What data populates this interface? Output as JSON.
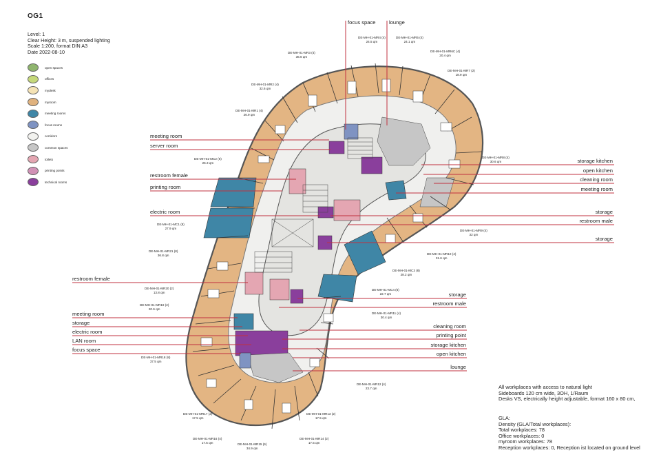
{
  "title": "OG1",
  "header": {
    "level": "Level: 1",
    "height": "Clear Height: 3 m, suspended lighting",
    "scale": "Scale 1:200, format DIN A3",
    "date": "Date 2022-08-10"
  },
  "legend": [
    {
      "label": "open spaces",
      "color": "#8fb56e"
    },
    {
      "label": "offices",
      "color": "#c5d87a"
    },
    {
      "label": "mydesk",
      "color": "#f5e3b5"
    },
    {
      "label": "myroom",
      "color": "#e0b27e"
    },
    {
      "label": "meeting rooms",
      "color": "#3f86a6"
    },
    {
      "label": "focus rooms",
      "color": "#7f93c2"
    },
    {
      "label": "corridors",
      "color": "#f2f2ef"
    },
    {
      "label": "common spaces",
      "color": "#c6c6c6"
    },
    {
      "label": "toilets",
      "color": "#e4a6b2"
    },
    {
      "label": "printing points",
      "color": "#d191b6"
    },
    {
      "label": "technical rooms",
      "color": "#8a3f9c"
    }
  ],
  "top_labels": {
    "focus": "focus space",
    "lounge": "lounge"
  },
  "right_labels": [
    "storage kitchen",
    "open kitchen",
    "cleaning room",
    "meeting room",
    "storage",
    "restroom male",
    "storage",
    "storage",
    "restroom male",
    "cleaning room",
    "printing point",
    "storage kitchen",
    "open kitchen",
    "lounge"
  ],
  "left_labels": [
    "meeting room",
    "server room",
    "restroom female",
    "printing room",
    "electric room",
    "restroom female",
    "meeting room",
    "storage",
    "electric room",
    "LAN room",
    "focus space"
  ],
  "room_tags": [
    {
      "id": "DE-MH-01-MR4 (4)",
      "area": "24.5 qm"
    },
    {
      "id": "DE-MH-01-MR5 (4)",
      "area": "24.1 qm"
    },
    {
      "id": "DE-MH-01-MR3 (4)",
      "area": "36.6 qm"
    },
    {
      "id": "DE-MH-01-MR6C (4)",
      "area": "20.4 qm"
    },
    {
      "id": "DE-MH-01-MR7 (2)",
      "area": "18.9 qm"
    },
    {
      "id": "DE-MH-01-MR2 (4)",
      "area": "32.6 qm"
    },
    {
      "id": "DE-MH-01-MR1 (4)",
      "area": "26.9 qm"
    },
    {
      "id": "DE-MH-01-MC2 (6)",
      "area": "26.3 qm"
    },
    {
      "id": "DE-MH-01-MR8 (4)",
      "area": "30.6 qm"
    },
    {
      "id": "DE-MH-01-MC1 (8)",
      "area": "27.9 qm"
    },
    {
      "id": "DE-MH-01-MR9 (4)",
      "area": "32 qm"
    },
    {
      "id": "DE-MH-01-MR21 (8)",
      "area": "36.8 qm"
    },
    {
      "id": "DE-MH-01-MR10 (4)",
      "area": "31.6 qm"
    },
    {
      "id": "DE-MH-01-MC3 (8)",
      "area": "28.2 qm"
    },
    {
      "id": "DE-MH-01-MR20 (2)",
      "area": "13.8 qm"
    },
    {
      "id": "DE-MH-01-MC4 (6)",
      "area": "22.7 qm"
    },
    {
      "id": "DE-MH-01-MR19 (2)",
      "area": "20.6 qm"
    },
    {
      "id": "DE-MH-01-MR11 (4)",
      "area": "30.4 qm"
    },
    {
      "id": "DE-MH-01-MR18 (8)",
      "area": "37.5 qm"
    },
    {
      "id": "DE-MH-01-MR12 (4)",
      "area": "23.7 qm"
    },
    {
      "id": "DE-MH-01-MR17 (2)",
      "area": "17.5 qm"
    },
    {
      "id": "DE-MH-01-MR13 (2)",
      "area": "17.5 qm"
    },
    {
      "id": "DE-MH-01-MR16 (4)",
      "area": "17.5 qm"
    },
    {
      "id": "DE-MH-01-MR14 (2)",
      "area": "17.5 qm"
    },
    {
      "id": "DE-MH-01-MR15 (6)",
      "area": "34.9 qm"
    }
  ],
  "notes": [
    "All workplaces with access to natural light",
    "Sideboards 120 cm wide, 3OH, 1/Raum",
    "Desks VS, electrically height adjustable, format 160 x 80 cm,"
  ],
  "gla": [
    "GLA:",
    "Density (GLA/Total workplaces):",
    "Total workplaces: 78",
    "Office workplaces: 0",
    "myroom workplaces: 78",
    "Reception workplaces: 0, Reception ist located on ground level"
  ]
}
